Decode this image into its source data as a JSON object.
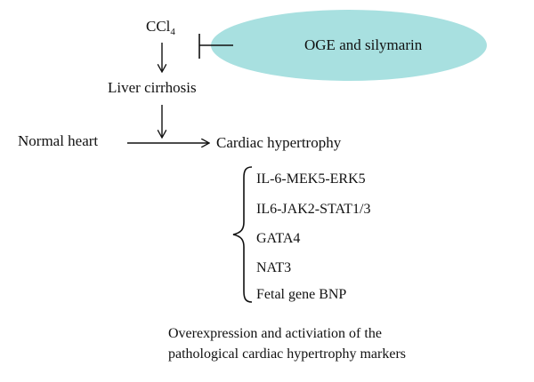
{
  "nodes": {
    "ccl4": {
      "main": "CCl",
      "sub": "4"
    },
    "inhibitor": "OGE and silymarin",
    "liver_cirrhosis": "Liver cirrhosis",
    "normal_heart": "Normal heart",
    "cardiac_hypertrophy": "Cardiac hypertrophy"
  },
  "markers": [
    "IL-6-MEK5-ERK5",
    "IL6-JAK2-STAT1/3",
    "GATA4",
    "NAT3",
    "Fetal gene BNP"
  ],
  "caption": {
    "line1": "Overexpression and activiation of the",
    "line2": "pathological cardiac hypertrophy markers"
  },
  "colors": {
    "ellipse_fill": "#a8e0e0",
    "stroke": "#111111",
    "text": "#111111"
  }
}
